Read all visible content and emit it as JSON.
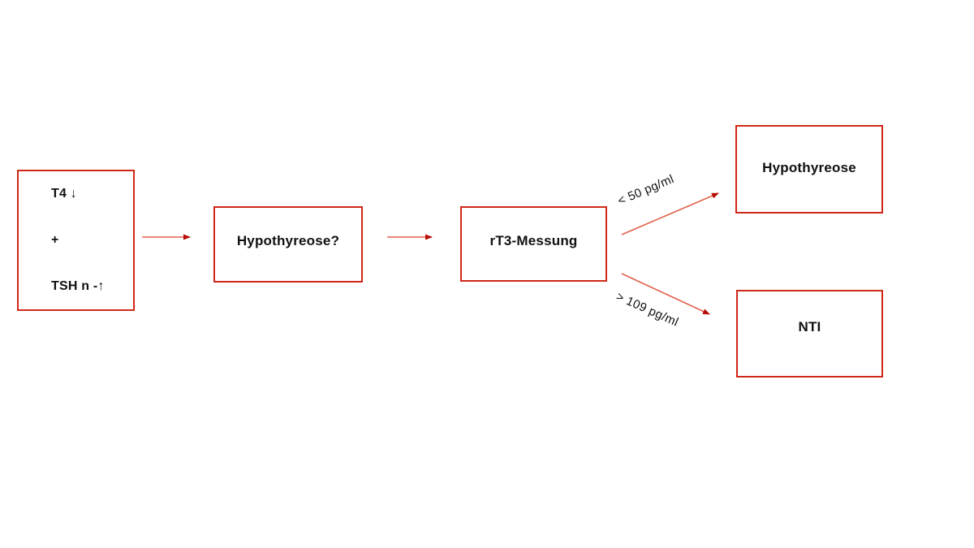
{
  "diagram": {
    "colors": {
      "background": "#ffffff",
      "box_border": "#d02818",
      "arrow_line": "#e2624a",
      "arrow_head": "#b50d05",
      "text": "#111111"
    },
    "boxes": {
      "input": {
        "lines": [
          "T4 ↓",
          "+",
          "TSH n -↑"
        ]
      },
      "question": {
        "label": "Hypothyreose?"
      },
      "measurement": {
        "label": "rT3-Messung"
      },
      "outcome_low": {
        "label": "Hypothyreose"
      },
      "outcome_high": {
        "label": "NTI"
      }
    },
    "edge_labels": {
      "low": "< 50 pg/ml",
      "high": "> 109 pg/ml"
    }
  }
}
